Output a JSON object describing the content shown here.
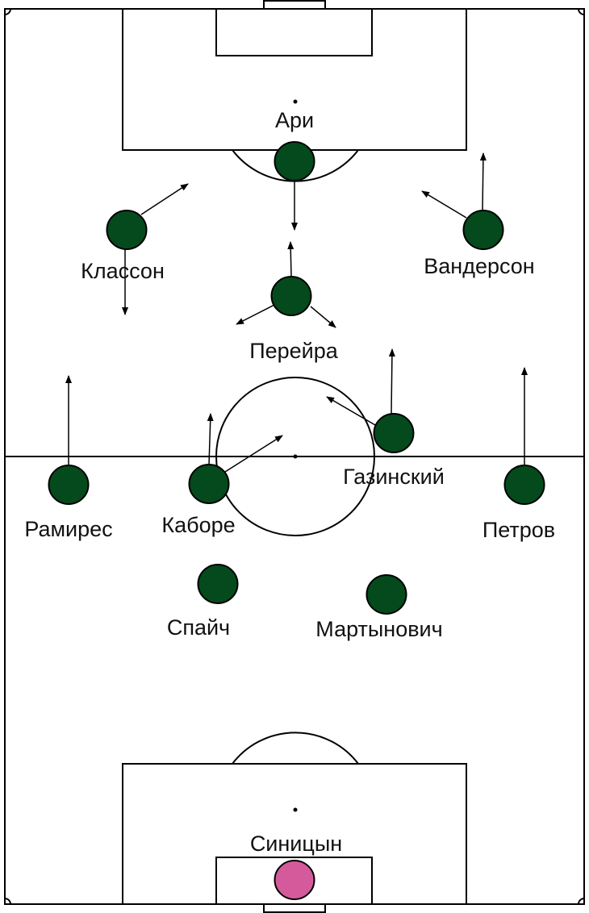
{
  "colors": {
    "team": "#044a1c",
    "goalkeeper": "#d55a9c",
    "lines": "#000000"
  },
  "players": [
    {
      "name": "Ари",
      "role": "field"
    },
    {
      "name": "Классон",
      "role": "field"
    },
    {
      "name": "Вандерсон",
      "role": "field"
    },
    {
      "name": "Перейра",
      "role": "field"
    },
    {
      "name": "Газинский",
      "role": "field"
    },
    {
      "name": "Рамирес",
      "role": "field"
    },
    {
      "name": "Каборе",
      "role": "field"
    },
    {
      "name": "Петров",
      "role": "field"
    },
    {
      "name": "Спайч",
      "role": "field"
    },
    {
      "name": "Мартынович",
      "role": "field"
    },
    {
      "name": "Синицын",
      "role": "goalkeeper"
    }
  ]
}
